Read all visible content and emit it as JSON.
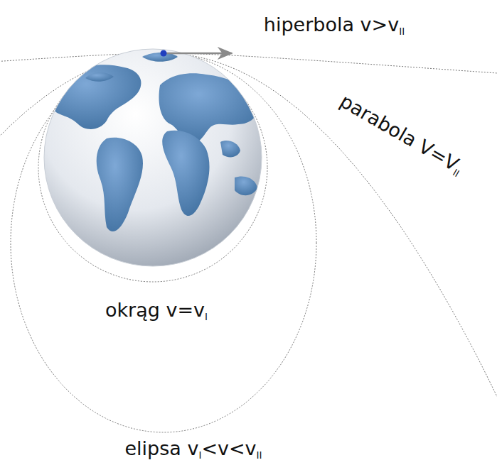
{
  "diagram": {
    "labels": [
      "hiperbola v>vII",
      "parabola V=VII",
      "okrąg v=vI",
      "elipsa vI<v<vII"
    ]
  }
}
